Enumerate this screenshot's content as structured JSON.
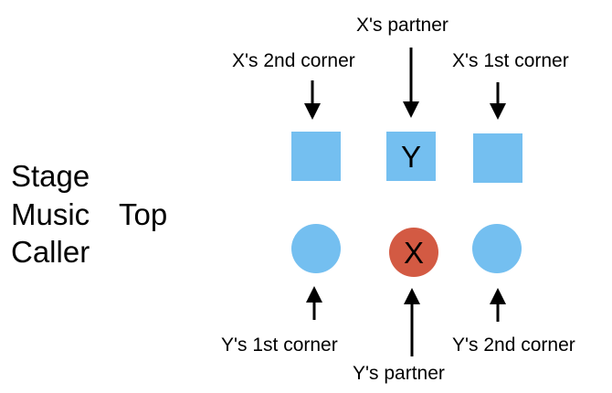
{
  "stage": {
    "line1": "Stage",
    "line2_left": "Music",
    "line2_right": "Top",
    "line3": "Caller"
  },
  "top_labels": {
    "x_partner": "X's partner",
    "x_2nd_corner": "X's 2nd corner",
    "x_1st_corner": "X's 1st corner"
  },
  "bottom_labels": {
    "y_1st_corner": "Y's 1st corner",
    "y_partner": "Y's partner",
    "y_2nd_corner": "Y's 2nd corner"
  },
  "dancers": {
    "square_middle_letter": "Y",
    "circle_middle_letter": "X"
  },
  "colors": {
    "dancer_blue": "#74bff0",
    "dancer_red": "#d35a43",
    "arrow": "#000000"
  }
}
